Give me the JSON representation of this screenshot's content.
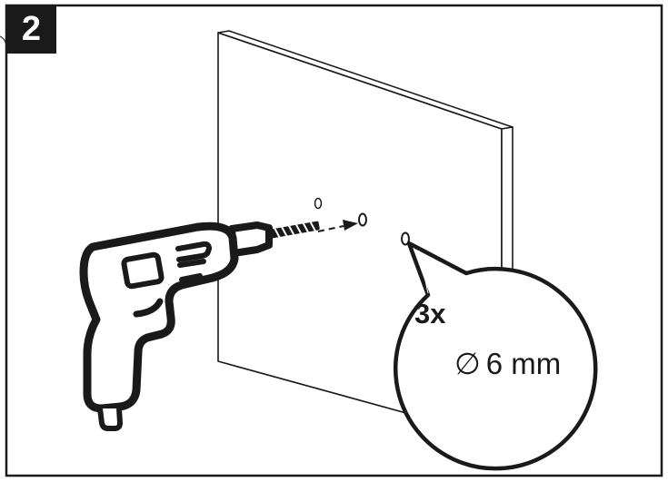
{
  "step": {
    "number": "2"
  },
  "callout": {
    "quantity": "3x",
    "diameter_symbol": "∅",
    "diameter": "6 mm"
  },
  "colors": {
    "ink": "#1a1a1a",
    "background": "#ffffff"
  },
  "icons": {
    "tool": "drill-icon",
    "surface": "panel-icon"
  }
}
